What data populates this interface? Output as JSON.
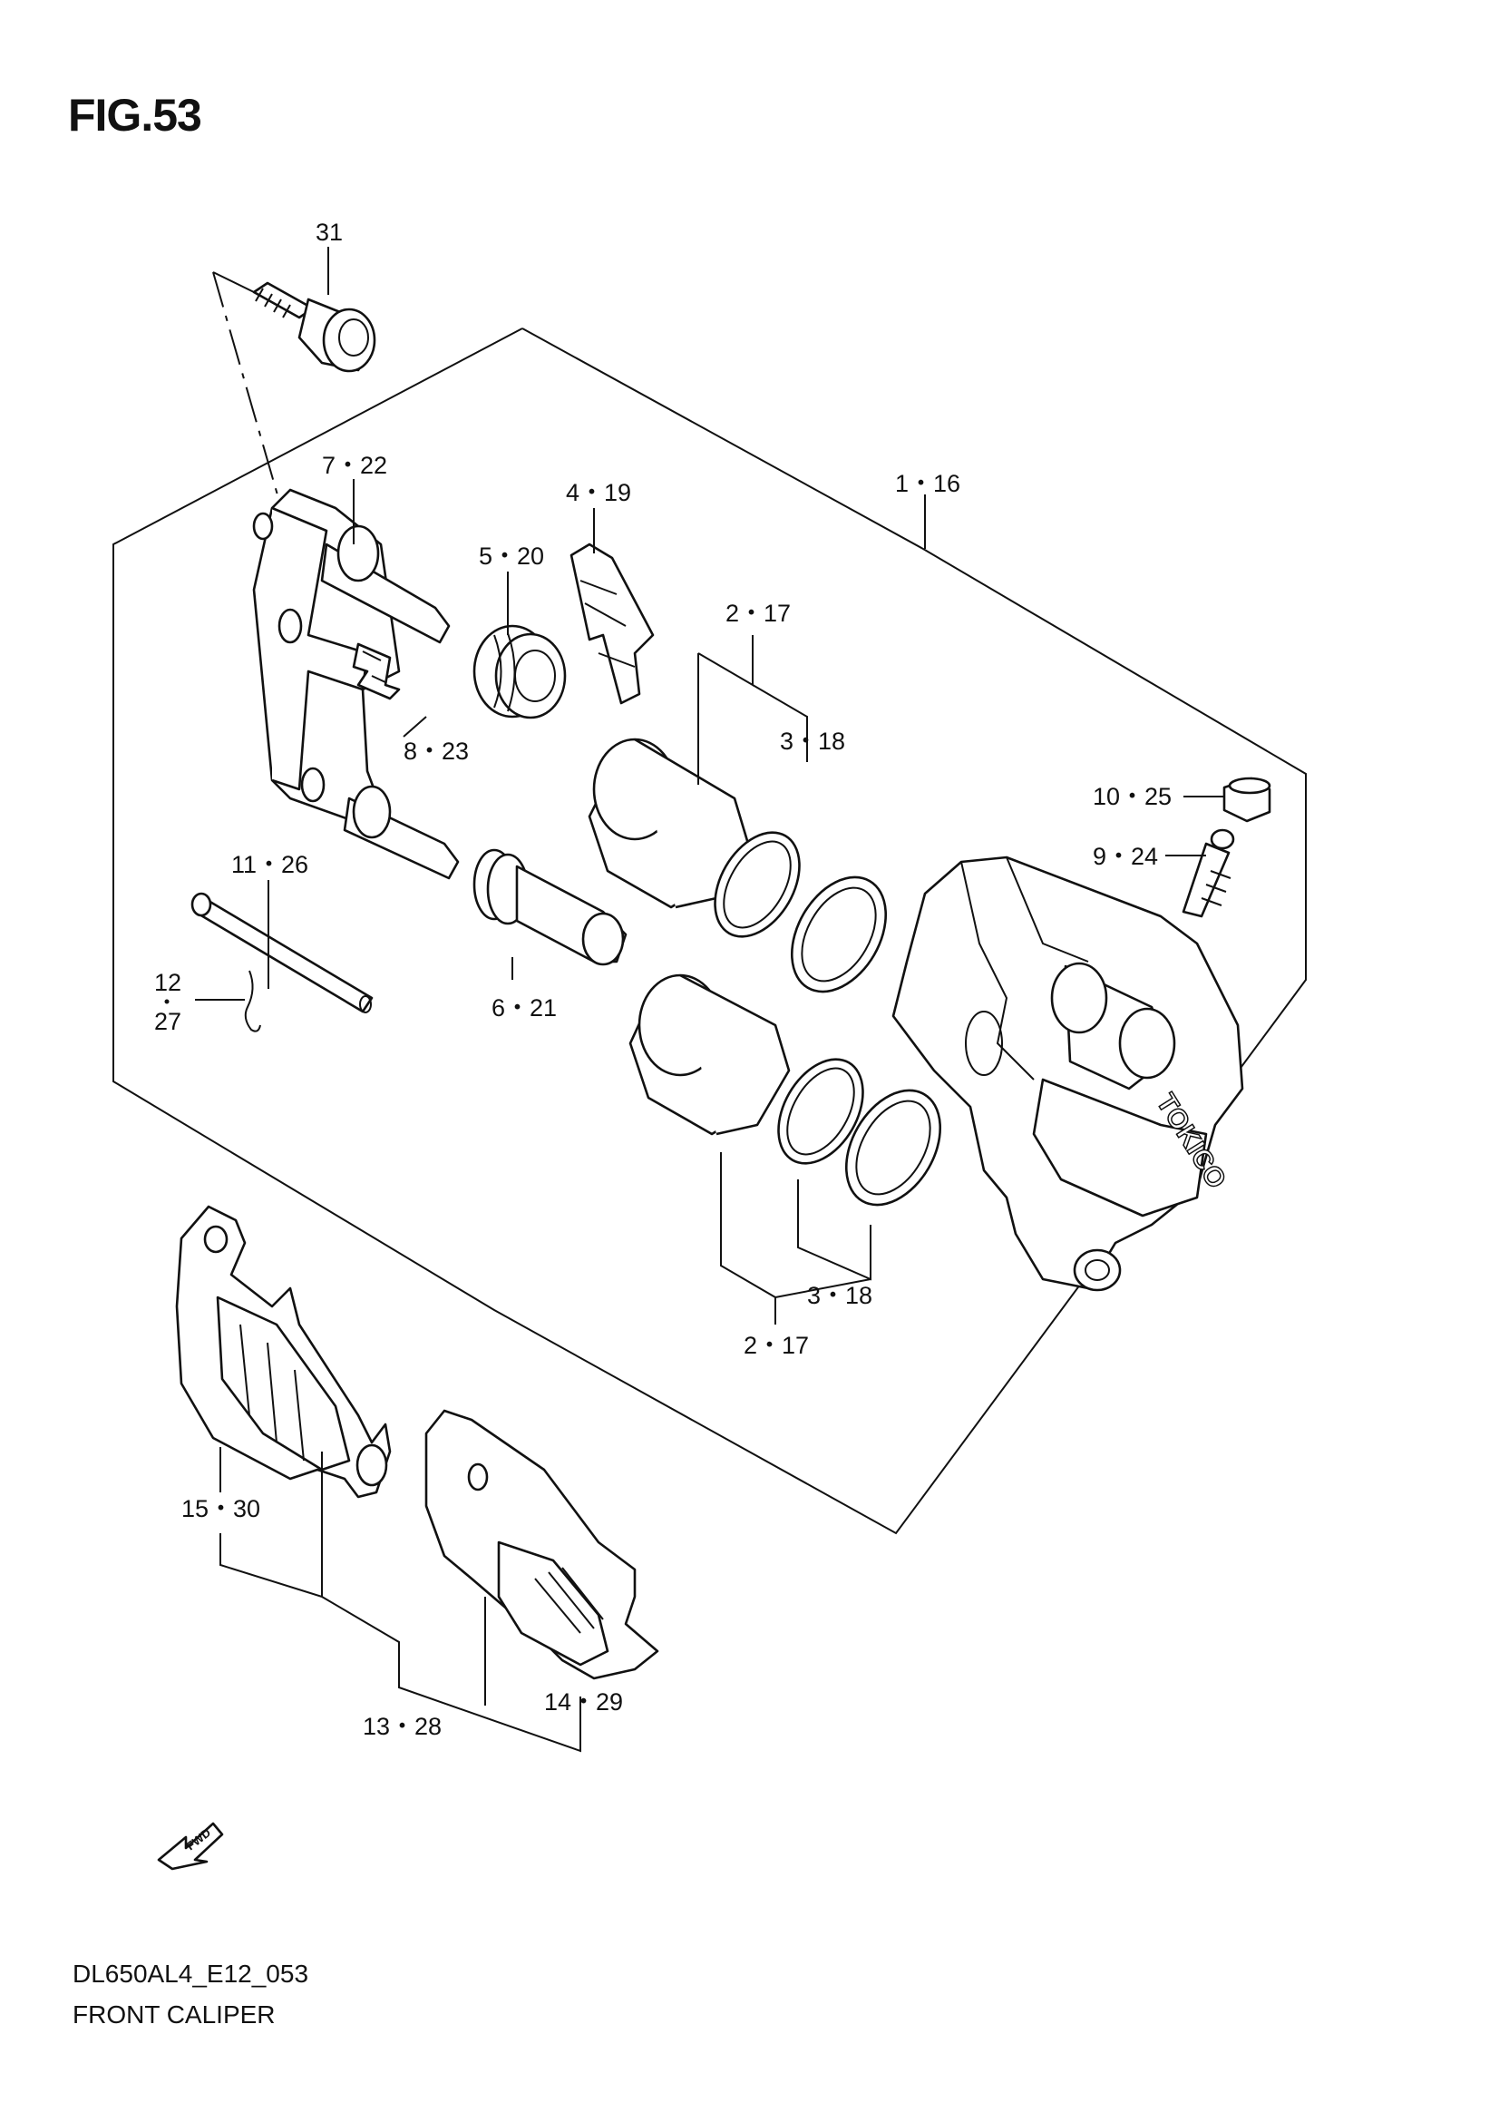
{
  "figure": {
    "title": "FIG.53",
    "code": "DL650AL4_E12_053",
    "name": "FRONT CALIPER"
  },
  "callouts": {
    "c31": "31",
    "c7_22": "7・22",
    "c4_19": "4・19",
    "c1_16": "1・16",
    "c5_20": "5・20",
    "c2_17_top": "2・17",
    "c3_18_top": "3・18",
    "c8_23": "8・23",
    "c10_25": "10・25",
    "c9_24": "9・24",
    "c11_26": "11・26",
    "c12": "12",
    "c27": "27",
    "c6_21": "6・21",
    "c3_18_bot": "3・18",
    "c2_17_bot": "2・17",
    "c15_30": "15・30",
    "c14_29": "14・29",
    "c13_28": "13・28"
  },
  "caliper_brand": "TOKICO",
  "fwd_label": "FWD"
}
